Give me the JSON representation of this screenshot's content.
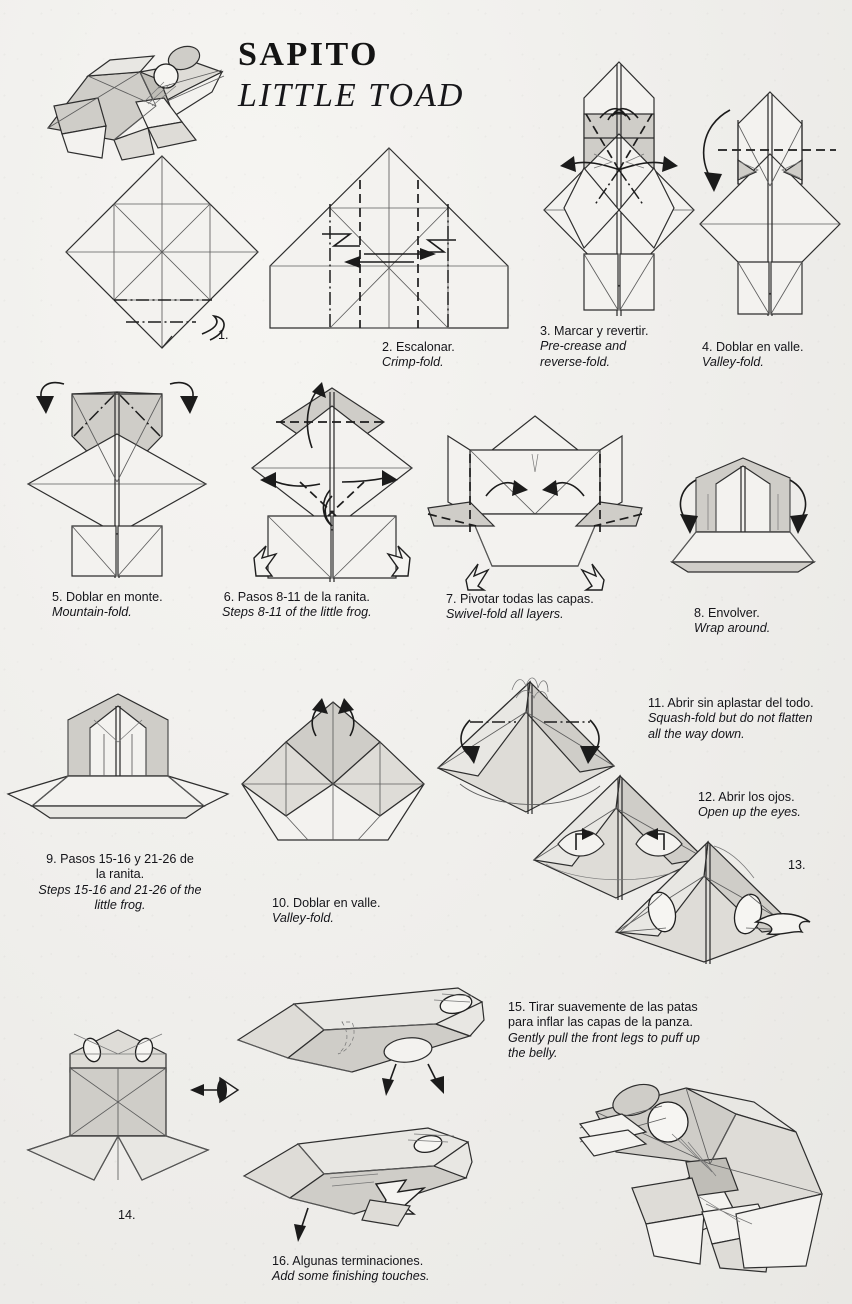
{
  "document": {
    "title_es": "SAPITO",
    "title_en": "LITTLE TOAD",
    "type": "origami-diagram-sheet",
    "language_pairs": "Spanish over italic English",
    "palette": {
      "paper_bg": "#f2f1ee",
      "ink": "#1f1f1f",
      "shade_light": "#e8e7e3",
      "shade_mid": "#cfcdc8",
      "shade_dark": "#bfbdb7"
    }
  },
  "steps": [
    {
      "num": "1.",
      "es": "",
      "en": ""
    },
    {
      "num": "2.",
      "es": "2. Escalonar.",
      "en": "Crimp-fold."
    },
    {
      "num": "3.",
      "es": "3. Marcar y revertir.",
      "en": "Pre-crease and reverse-fold."
    },
    {
      "num": "4.",
      "es": "4. Doblar en valle.",
      "en": "Valley-fold."
    },
    {
      "num": "5.",
      "es": "5. Doblar en monte.",
      "en": "Mountain-fold."
    },
    {
      "num": "6.",
      "es": "6. Pasos 8-11 de la ranita.",
      "en": "Steps 8-11 of the little frog."
    },
    {
      "num": "7.",
      "es": "7. Pivotar todas las capas.",
      "en": "Swivel-fold all layers."
    },
    {
      "num": "8.",
      "es": "8. Envolver.",
      "en": "Wrap around."
    },
    {
      "num": "9.",
      "es": "9. Pasos 15-16 y 21-26 de la ranita.",
      "en": "Steps 15-16 and 21-26 of the little frog."
    },
    {
      "num": "10.",
      "es": "10. Doblar en valle.",
      "en": "Valley-fold."
    },
    {
      "num": "11.",
      "es": "11. Abrir sin aplastar del todo.",
      "en": "Squash-fold but do not flatten all the way down."
    },
    {
      "num": "12.",
      "es": "12. Abrir los ojos.",
      "en": "Open up the eyes."
    },
    {
      "num": "13.",
      "es": "",
      "en": ""
    },
    {
      "num": "14.",
      "es": "",
      "en": ""
    },
    {
      "num": "15.",
      "es": "15. Tirar suavemente de las patas para inflar las capas de la panza.",
      "en": "Gently pull the front legs to puff up the belly."
    },
    {
      "num": "16.",
      "es": "16. Algunas terminaciones.",
      "en": "Add some finishing touches."
    }
  ],
  "captions": {
    "c1_num": "1.",
    "c2_es": "2. Escalonar.",
    "c2_en": "Crimp-fold.",
    "c3_es": "3. Marcar y revertir.",
    "c3_en1": "Pre-crease and",
    "c3_en2": "reverse-fold.",
    "c4_es": "4. Doblar en valle.",
    "c4_en": "Valley-fold.",
    "c5_es": "5. Doblar en monte.",
    "c5_en": "Mountain-fold.",
    "c6_es": "6. Pasos 8-11 de la ranita.",
    "c6_en": "Steps 8-11 of the little frog.",
    "c7_es": "7. Pivotar todas las capas.",
    "c7_en": "Swivel-fold all layers.",
    "c8_es": "8. Envolver.",
    "c8_en": "Wrap around.",
    "c9_es1": "9. Pasos 15-16 y 21-26 de",
    "c9_es2": "la ranita.",
    "c9_en1": "Steps 15-16 and 21-26 of the",
    "c9_en2": "little frog.",
    "c10_es": "10. Doblar en valle.",
    "c10_en": "Valley-fold.",
    "c11_es": "11. Abrir sin aplastar del todo.",
    "c11_en1": "Squash-fold but do not flatten",
    "c11_en2": "all the way down.",
    "c12_es": "12. Abrir los ojos.",
    "c12_en": "Open up the eyes.",
    "c13_num": "13.",
    "c14_num": "14.",
    "c15_es1": "15. Tirar suavemente de las patas",
    "c15_es2": "para inflar las capas de la panza.",
    "c15_en1": "Gently pull the front legs to puff up",
    "c15_en2": "the belly.",
    "c16_es": "16. Algunas terminaciones.",
    "c16_en": "Add some finishing touches."
  }
}
